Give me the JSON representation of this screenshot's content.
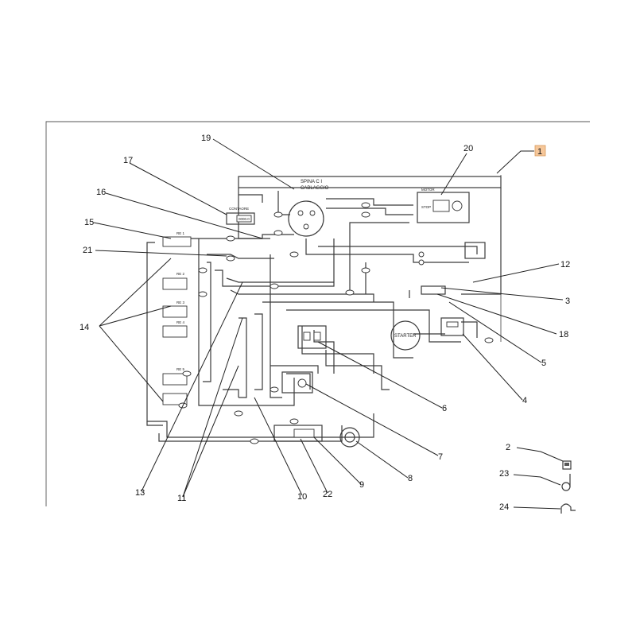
{
  "callouts": {
    "c1": "1",
    "c2": "2",
    "c3": "3",
    "c4": "4",
    "c5": "5",
    "c6": "6",
    "c7": "7",
    "c8": "8",
    "c9": "9",
    "c10": "10",
    "c11": "11",
    "c12": "12",
    "c13": "13",
    "c14": "14",
    "c15": "15",
    "c16": "16",
    "c17": "17",
    "c18": "18",
    "c19": "19",
    "c20": "20",
    "c21": "21",
    "c22": "22",
    "c23": "23",
    "c24": "24"
  },
  "labels": {
    "spinacy": "SPINA C I",
    "cablaggio": "CABLAGGIO",
    "contaore": "CONTAORE",
    "hourmeter": "0000.0",
    "motor": "MOTOR",
    "stop": "STOP",
    "starter": "STARTER",
    "r1": "RE 1",
    "r2": "RE 2",
    "r3": "RE 3",
    "r4": "RE 4",
    "r5": "RE 5"
  },
  "colors": {
    "line": "#3a3a3a",
    "highlight": "#f6c79a"
  }
}
